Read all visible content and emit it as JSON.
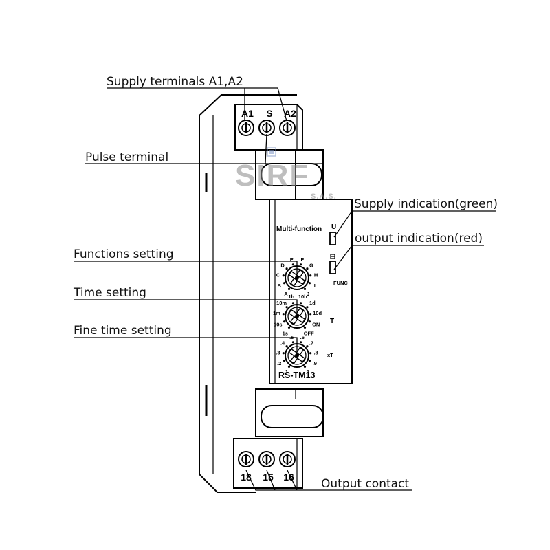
{
  "callouts": {
    "supply_terminals": "Supply terminals A1,A2",
    "pulse_terminal": "Pulse  terminal",
    "supply_indication": "Supply indication(green)",
    "output_indication": "output indication(red)",
    "functions_setting": "Functions setting",
    "time_setting": "Time setting",
    "fine_time_setting": "Fine time setting",
    "output_contact": "Output  contact"
  },
  "terminals": {
    "top": [
      "A1",
      "S",
      "A2"
    ],
    "bottom": [
      "18",
      "15",
      "16"
    ]
  },
  "panel": {
    "title": "Multi-function",
    "u_label": "U",
    "func_label": "FUNC",
    "time_label": "T",
    "fine_label": "xT",
    "model": "RS-TM13"
  },
  "dials": {
    "functions": [
      "A",
      "B",
      "C",
      "D",
      "E",
      "F",
      "G",
      "H",
      "I",
      "J"
    ],
    "time": [
      "1s",
      "10s",
      "1m",
      "10m",
      "1h",
      "10h",
      "1d",
      "10d",
      "ON",
      "OFF"
    ],
    "fine": [
      ".1",
      ".2",
      ".3",
      ".4",
      ".5",
      ".6",
      ".7",
      ".8",
      ".9",
      "1"
    ]
  },
  "watermark": {
    "text": "SIRF",
    "sub": "S.A.S."
  }
}
